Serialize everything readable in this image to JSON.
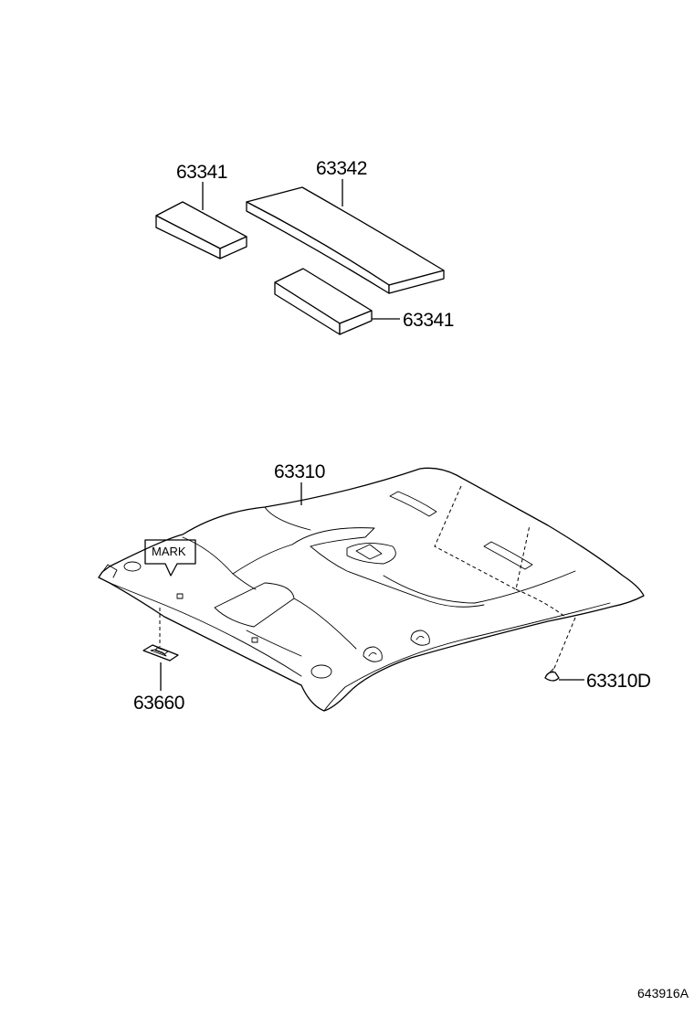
{
  "parts": {
    "pad_front": "63341",
    "pad_center": "63342",
    "pad_rear": "63341",
    "headliner": "63310",
    "clip": "63310D",
    "holder": "63660"
  },
  "mark_tag": "MARK",
  "reference_code": "643916A"
}
